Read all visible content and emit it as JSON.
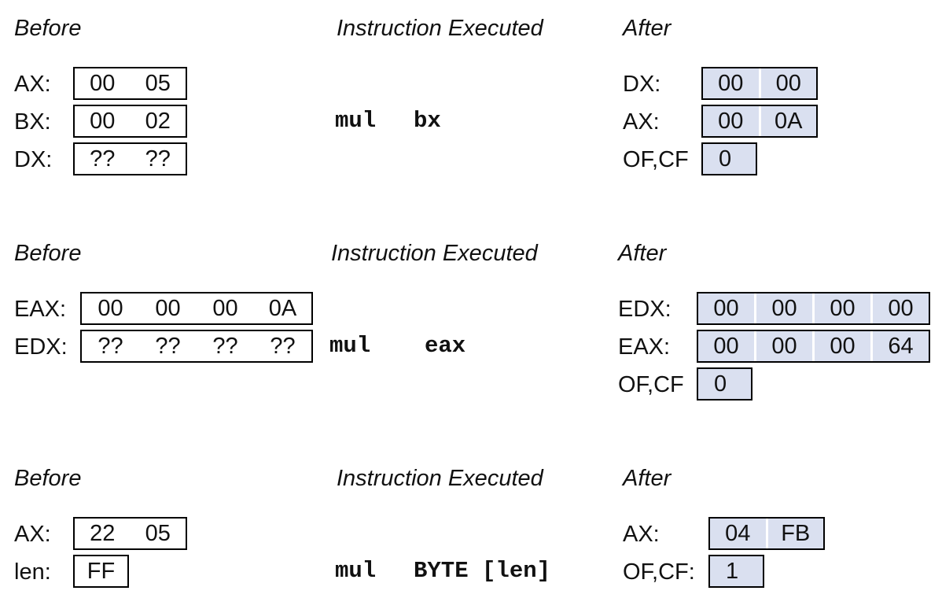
{
  "sections": [
    {
      "before_header": "Before",
      "instruction_header": "Instruction Executed",
      "after_header": "After",
      "before": [
        {
          "label": "AX:",
          "bytes": [
            "00",
            "05"
          ]
        },
        {
          "label": "BX:",
          "bytes": [
            "00",
            "02"
          ]
        },
        {
          "label": "DX:",
          "bytes": [
            "??",
            "??"
          ]
        }
      ],
      "instruction": {
        "mnemonic": "mul",
        "operand": "bx"
      },
      "after": [
        {
          "label": "DX:",
          "bytes": [
            "00",
            "00"
          ]
        },
        {
          "label": "AX:",
          "bytes": [
            "00",
            "0A"
          ]
        },
        {
          "label": "OF,CF",
          "bytes": [
            "0"
          ]
        }
      ]
    },
    {
      "before_header": "Before",
      "instruction_header": "Instruction Executed",
      "after_header": "After",
      "before": [
        {
          "label": "EAX:",
          "bytes": [
            "00",
            "00",
            "00",
            "0A"
          ]
        },
        {
          "label": "EDX:",
          "bytes": [
            "??",
            "??",
            "??",
            "??"
          ]
        }
      ],
      "instruction": {
        "mnemonic": "mul",
        "operand": "eax"
      },
      "after": [
        {
          "label": "EDX:",
          "bytes": [
            "00",
            "00",
            "00",
            "00"
          ]
        },
        {
          "label": "EAX:",
          "bytes": [
            "00",
            "00",
            "00",
            "64"
          ]
        },
        {
          "label": "OF,CF",
          "bytes": [
            "0"
          ]
        }
      ]
    },
    {
      "before_header": "Before",
      "instruction_header": "Instruction Executed",
      "after_header": "After",
      "before": [
        {
          "label": "AX:",
          "bytes": [
            "22",
            "05"
          ]
        },
        {
          "label": "len:",
          "bytes": [
            "FF"
          ]
        }
      ],
      "instruction": {
        "mnemonic": "mul",
        "operand": "BYTE [len]"
      },
      "after": [
        {
          "label": "AX:",
          "bytes": [
            "04",
            "FB"
          ]
        },
        {
          "label": "OF,CF:",
          "bytes": [
            "1"
          ]
        }
      ]
    }
  ],
  "colors": {
    "after_fill": "#dae0f0",
    "border": "#000000",
    "text": "#111111"
  }
}
